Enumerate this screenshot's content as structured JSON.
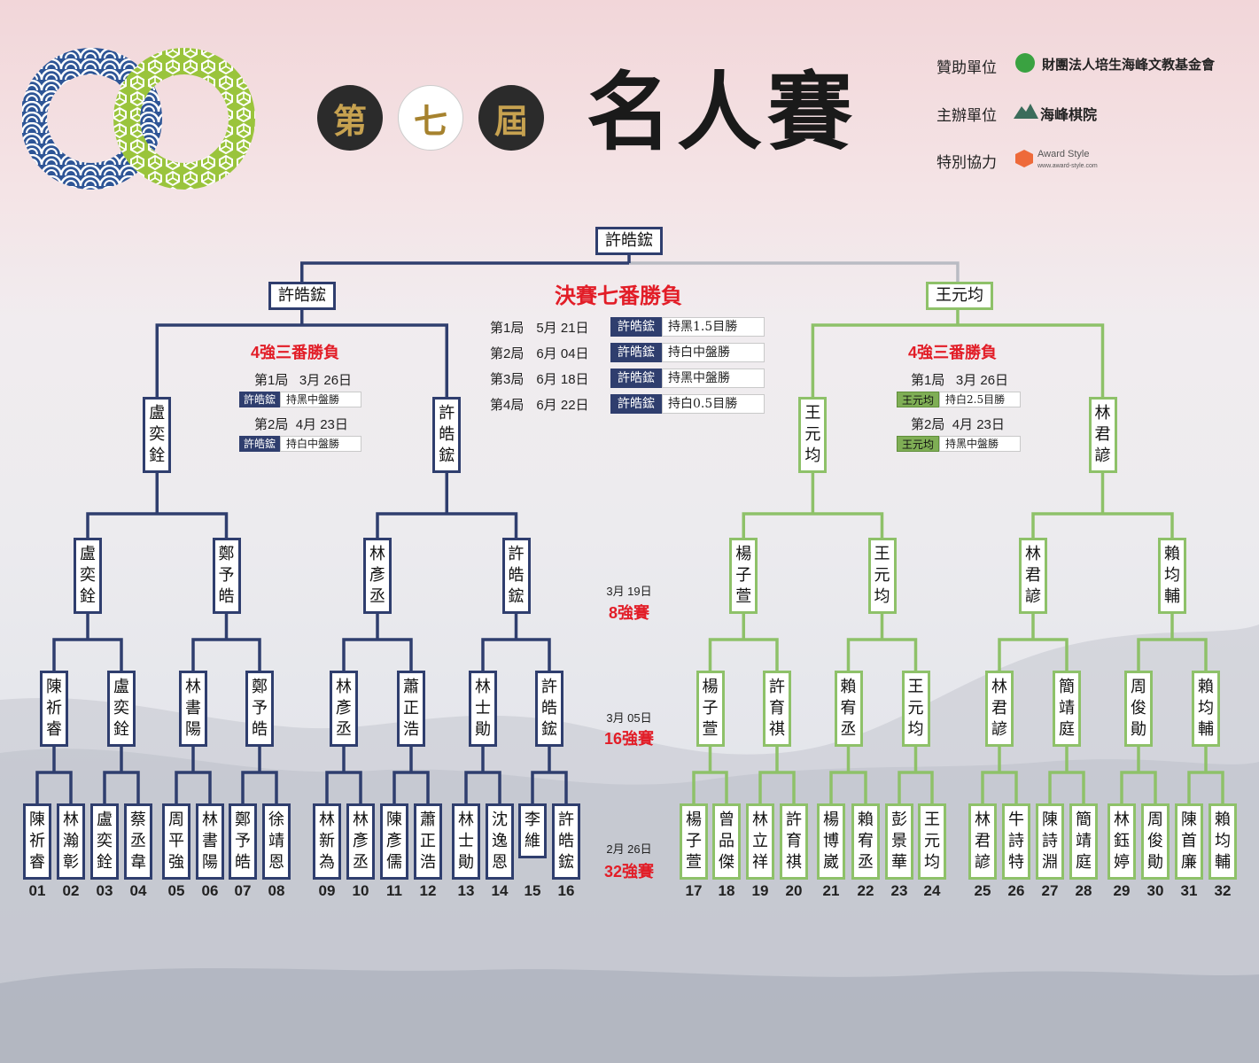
{
  "header": {
    "edition_chars": [
      "第",
      "七",
      "屆"
    ],
    "title": "名人賽"
  },
  "sponsors": [
    {
      "role": "贊助單位",
      "name": "財團法人培生海峰文教基金會",
      "icon": "clover-icon"
    },
    {
      "role": "主辦單位",
      "name": "海峰棋院",
      "icon": "mountain-icon"
    },
    {
      "role": "特別協力",
      "name": "Award Style",
      "sub": "www.award-style.com",
      "icon": "award-style-icon"
    }
  ],
  "colors": {
    "left": "#2f3e6e",
    "right": "#8ec169",
    "accent": "#e21d27"
  },
  "rounds": {
    "r32": {
      "date": "2月 26日",
      "label": "32強賽"
    },
    "r16": {
      "date": "3月 05日",
      "label": "16強賽"
    },
    "r8": {
      "date": "3月 19日",
      "label": "8強賽"
    }
  },
  "players": [
    {
      "seed": "01",
      "name": "陳祈睿"
    },
    {
      "seed": "02",
      "name": "林瀚彰"
    },
    {
      "seed": "03",
      "name": "盧奕銓"
    },
    {
      "seed": "04",
      "name": "蔡丞韋"
    },
    {
      "seed": "05",
      "name": "周平強"
    },
    {
      "seed": "06",
      "name": "林書陽"
    },
    {
      "seed": "07",
      "name": "鄭予皓"
    },
    {
      "seed": "08",
      "name": "徐靖恩"
    },
    {
      "seed": "09",
      "name": "林新為"
    },
    {
      "seed": "10",
      "name": "林彥丞"
    },
    {
      "seed": "11",
      "name": "陳彥儒"
    },
    {
      "seed": "12",
      "name": "蕭正浩"
    },
    {
      "seed": "13",
      "name": "林士勛"
    },
    {
      "seed": "14",
      "name": "沈逸恩"
    },
    {
      "seed": "15",
      "name": "李 維"
    },
    {
      "seed": "16",
      "name": "許皓鋐"
    },
    {
      "seed": "17",
      "name": "楊子萱"
    },
    {
      "seed": "18",
      "name": "曾品傑"
    },
    {
      "seed": "19",
      "name": "林立祥"
    },
    {
      "seed": "20",
      "name": "許育祺"
    },
    {
      "seed": "21",
      "name": "楊博崴"
    },
    {
      "seed": "22",
      "name": "賴宥丞"
    },
    {
      "seed": "23",
      "name": "彭景華"
    },
    {
      "seed": "24",
      "name": "王元均"
    },
    {
      "seed": "25",
      "name": "林君諺"
    },
    {
      "seed": "26",
      "name": "牛詩特"
    },
    {
      "seed": "27",
      "name": "陳詩淵"
    },
    {
      "seed": "28",
      "name": "簡靖庭"
    },
    {
      "seed": "29",
      "name": "林鈺婷"
    },
    {
      "seed": "30",
      "name": "周俊勛"
    },
    {
      "seed": "31",
      "name": "陳首廉"
    },
    {
      "seed": "32",
      "name": "賴均輔"
    }
  ],
  "r16_winners": [
    "陳祈睿",
    "盧奕銓",
    "林書陽",
    "鄭予皓",
    "林彥丞",
    "蕭正浩",
    "林士勛",
    "許皓鋐",
    "楊子萱",
    "許育祺",
    "賴宥丞",
    "王元均",
    "林君諺",
    "簡靖庭",
    "周俊勛",
    "賴均輔"
  ],
  "qf_winners": [
    "盧奕銓",
    "鄭予皓",
    "林彥丞",
    "許皓鋐",
    "楊子萱",
    "王元均",
    "林君諺",
    "賴均輔"
  ],
  "sf_players": [
    "盧奕銓",
    "許皓鋐",
    "王元均",
    "林君諺"
  ],
  "finalists": [
    "許皓鋐",
    "王元均"
  ],
  "champion": "許皓鋐",
  "semifinal_left": {
    "title": "4強三番勝負",
    "games": [
      {
        "label": "第1局",
        "date": "3月 26日",
        "winner": "許皓鋐",
        "result": "持黑中盤勝"
      },
      {
        "label": "第2局",
        "date": "4月 23日",
        "winner": "許皓鋐",
        "result": "持白中盤勝"
      }
    ]
  },
  "semifinal_right": {
    "title": "4強三番勝負",
    "games": [
      {
        "label": "第1局",
        "date": "3月 26日",
        "winner": "王元均",
        "result": "持白2.5目勝"
      },
      {
        "label": "第2局",
        "date": "4月 23日",
        "winner": "王元均",
        "result": "持黑中盤勝"
      }
    ]
  },
  "final": {
    "title": "決賽七番勝負",
    "games": [
      {
        "label": "第1局",
        "date": "5月 21日",
        "winner": "許皓鋐",
        "result": "持黑1.5目勝"
      },
      {
        "label": "第2局",
        "date": "6月 04日",
        "winner": "許皓鋐",
        "result": "持白中盤勝"
      },
      {
        "label": "第3局",
        "date": "6月 18日",
        "winner": "許皓鋐",
        "result": "持黑中盤勝"
      },
      {
        "label": "第4局",
        "date": "6月 22日",
        "winner": "許皓鋐",
        "result": "持白0.5目勝"
      }
    ]
  }
}
